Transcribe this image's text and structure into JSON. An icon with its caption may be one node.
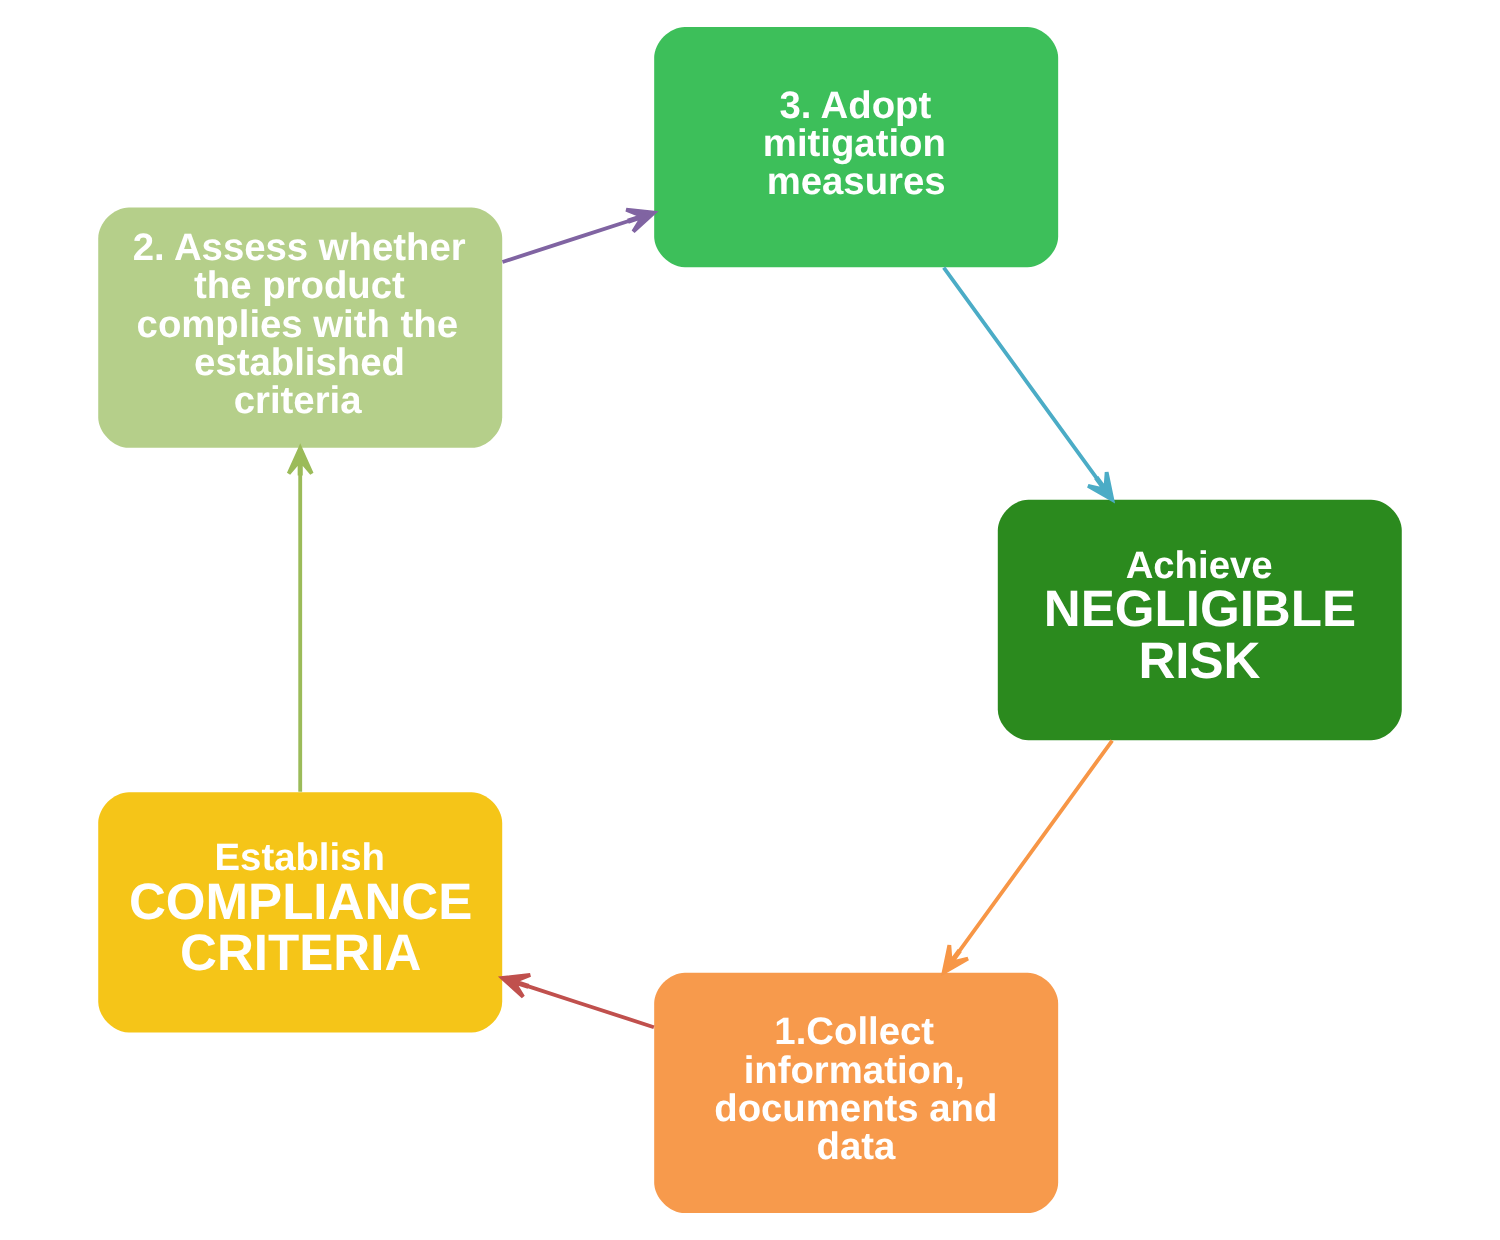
{
  "diagram": {
    "nodes": [
      {
        "text": [
          "1.Collect information, documents and data"
        ]
      },
      {
        "text": [
          "Establish",
          "COMPLIANCE CRITERIA"
        ]
      },
      {
        "text": [
          "2. Assess whether the product complies with the established criteria"
        ]
      },
      {
        "text": [
          "3. Adopt mitigation measures"
        ]
      },
      {
        "text": [
          "Achieve",
          "NEGLIGIBLE RISK"
        ]
      }
    ],
    "edges": [
      {
        "from": 0,
        "to": 1,
        "arrow": "to",
        "color": "#c0504d"
      },
      {
        "from": 1,
        "to": 2,
        "arrow": "to",
        "color": "#9bbb59"
      },
      {
        "from": 2,
        "to": 3,
        "arrow": "to",
        "color": "#8064a2"
      },
      {
        "from": 3,
        "to": 4,
        "arrow": "to",
        "color": "#4bacc6"
      },
      {
        "from": 4,
        "to": 0,
        "arrow": "to",
        "color": "#f79646"
      }
    ]
  }
}
